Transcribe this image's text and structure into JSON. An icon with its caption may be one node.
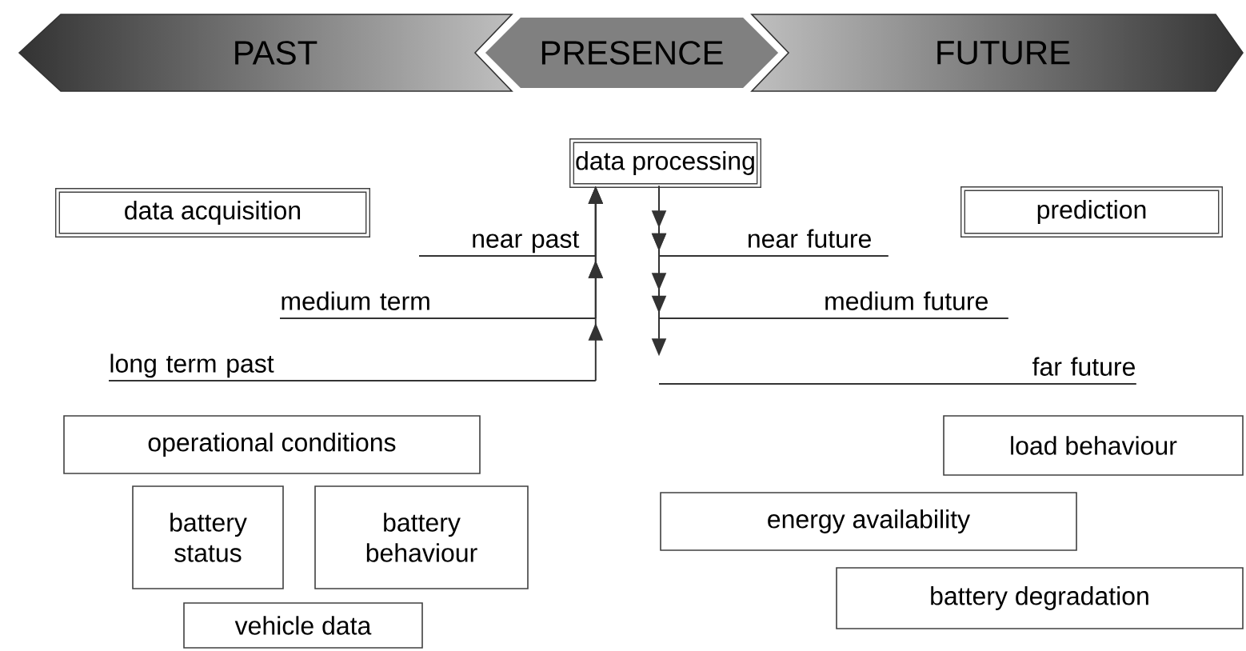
{
  "diagram": {
    "nodes": [
      {
        "text": [
          "PAST"
        ]
      },
      {
        "text": [
          "PRESENCE"
        ]
      },
      {
        "text": [
          "FUTURE"
        ]
      },
      {
        "text": [
          "data processing"
        ]
      },
      {
        "text": [
          "data acquisition"
        ]
      },
      {
        "text": [
          "prediction"
        ]
      },
      {
        "text": [
          "near past"
        ]
      },
      {
        "text": [
          "medium term"
        ]
      },
      {
        "text": [
          "long term past"
        ]
      },
      {
        "text": [
          "near future"
        ]
      },
      {
        "text": [
          "medium future"
        ]
      },
      {
        "text": [
          "far future"
        ]
      },
      {
        "text": [
          "operational conditions"
        ]
      },
      {
        "text": [
          "battery status"
        ]
      },
      {
        "text": [
          "battery behaviour"
        ]
      },
      {
        "text": [
          "vehicle data"
        ]
      },
      {
        "text": [
          "load behaviour"
        ]
      },
      {
        "text": [
          "energy availability"
        ]
      },
      {
        "text": [
          "battery degradation"
        ]
      }
    ],
    "edges": [
      {
        "from": 6,
        "to": 3,
        "arrow": "to"
      },
      {
        "from": 7,
        "to": 3,
        "arrow": "to"
      },
      {
        "from": 8,
        "to": 3,
        "arrow": "to"
      },
      {
        "from": 3,
        "to": 9,
        "arrow": "to"
      },
      {
        "from": 3,
        "to": 10,
        "arrow": "to"
      },
      {
        "from": 3,
        "to": 11,
        "arrow": "to"
      }
    ]
  }
}
